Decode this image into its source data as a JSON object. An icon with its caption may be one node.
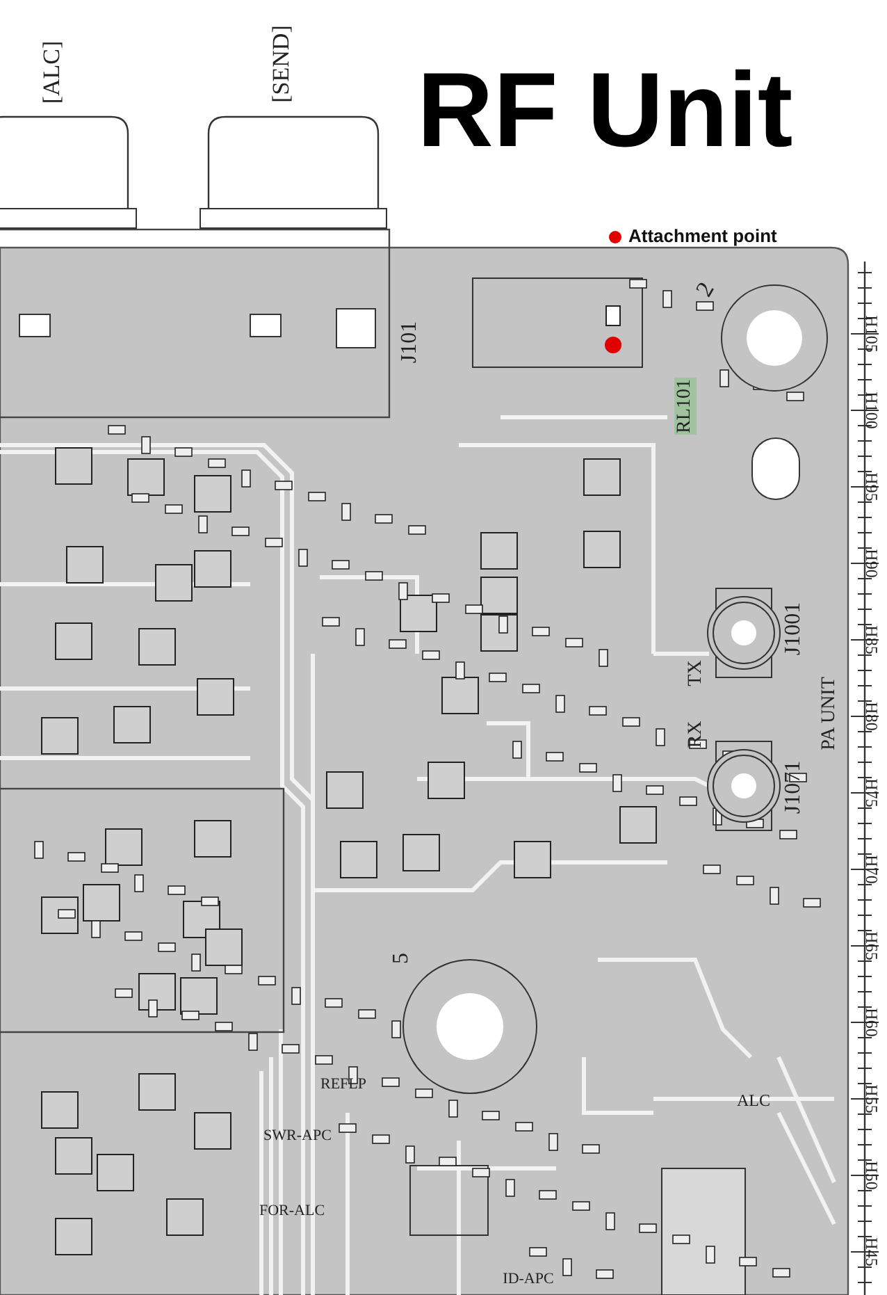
{
  "diagram": {
    "title": "RF Unit",
    "labels": [
      "[ALC]",
      "[SEND]",
      "J101",
      "2",
      "RL101",
      "H105",
      "H100",
      "H95",
      "H90",
      "H85",
      "H80",
      "H75",
      "H70",
      "H65",
      "H60",
      "H55",
      "H50",
      "H45",
      "TX",
      "J1001",
      "RX",
      "J1071",
      "PA UNIT",
      "5",
      "REFLP",
      "ALC",
      "SWR-APC",
      "FOR-ALC",
      "ID-APC"
    ],
    "legend": [
      {
        "text": "Attachment point",
        "color": "#e00000"
      }
    ]
  }
}
